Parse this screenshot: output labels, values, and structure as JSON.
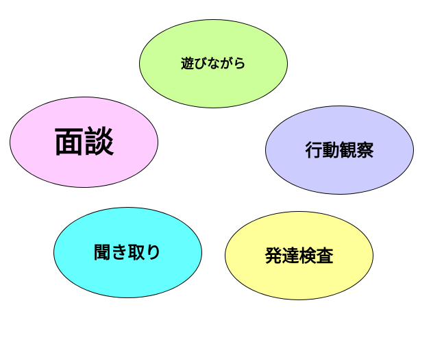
{
  "nodes": {
    "asobi": {
      "label": "遊びながら",
      "fill": "#ccff99"
    },
    "mendan": {
      "label": "面談",
      "fill": "#ffccff"
    },
    "kodo": {
      "label": "行動観察",
      "fill": "#ccccff"
    },
    "kikitori": {
      "label": "聞き取り",
      "fill": "#66ffff"
    },
    "hattatsu": {
      "label": "発達検査",
      "fill": "#ffff99"
    }
  },
  "colors": {
    "background": "#ffffff",
    "outline": "#000000",
    "text": "#000000"
  }
}
